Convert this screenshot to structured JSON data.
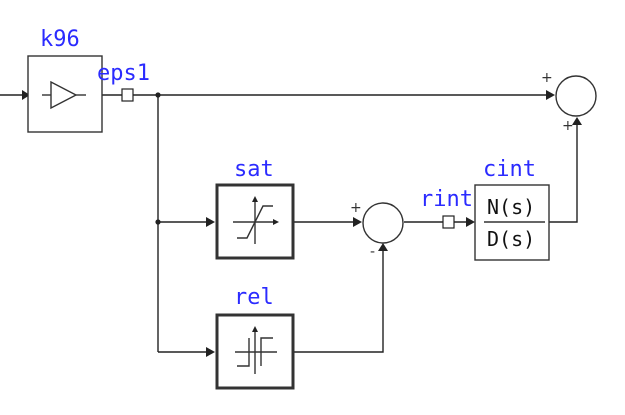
{
  "blocks": {
    "k96": {
      "label": "k96",
      "icon": "gain-triangle-icon"
    },
    "sat": {
      "label": "sat",
      "icon": "saturation-icon"
    },
    "rel": {
      "label": "rel",
      "icon": "relay-icon"
    },
    "cint": {
      "label": "cint",
      "numerator": "N(s)",
      "denominator": "D(s)"
    }
  },
  "signals": {
    "eps1": "eps1",
    "rint": "rint"
  },
  "sum_right": {
    "sign_top": "+",
    "sign_bottom": "+"
  },
  "sum_middle": {
    "sign_left": "+",
    "sign_bottom": "-"
  }
}
